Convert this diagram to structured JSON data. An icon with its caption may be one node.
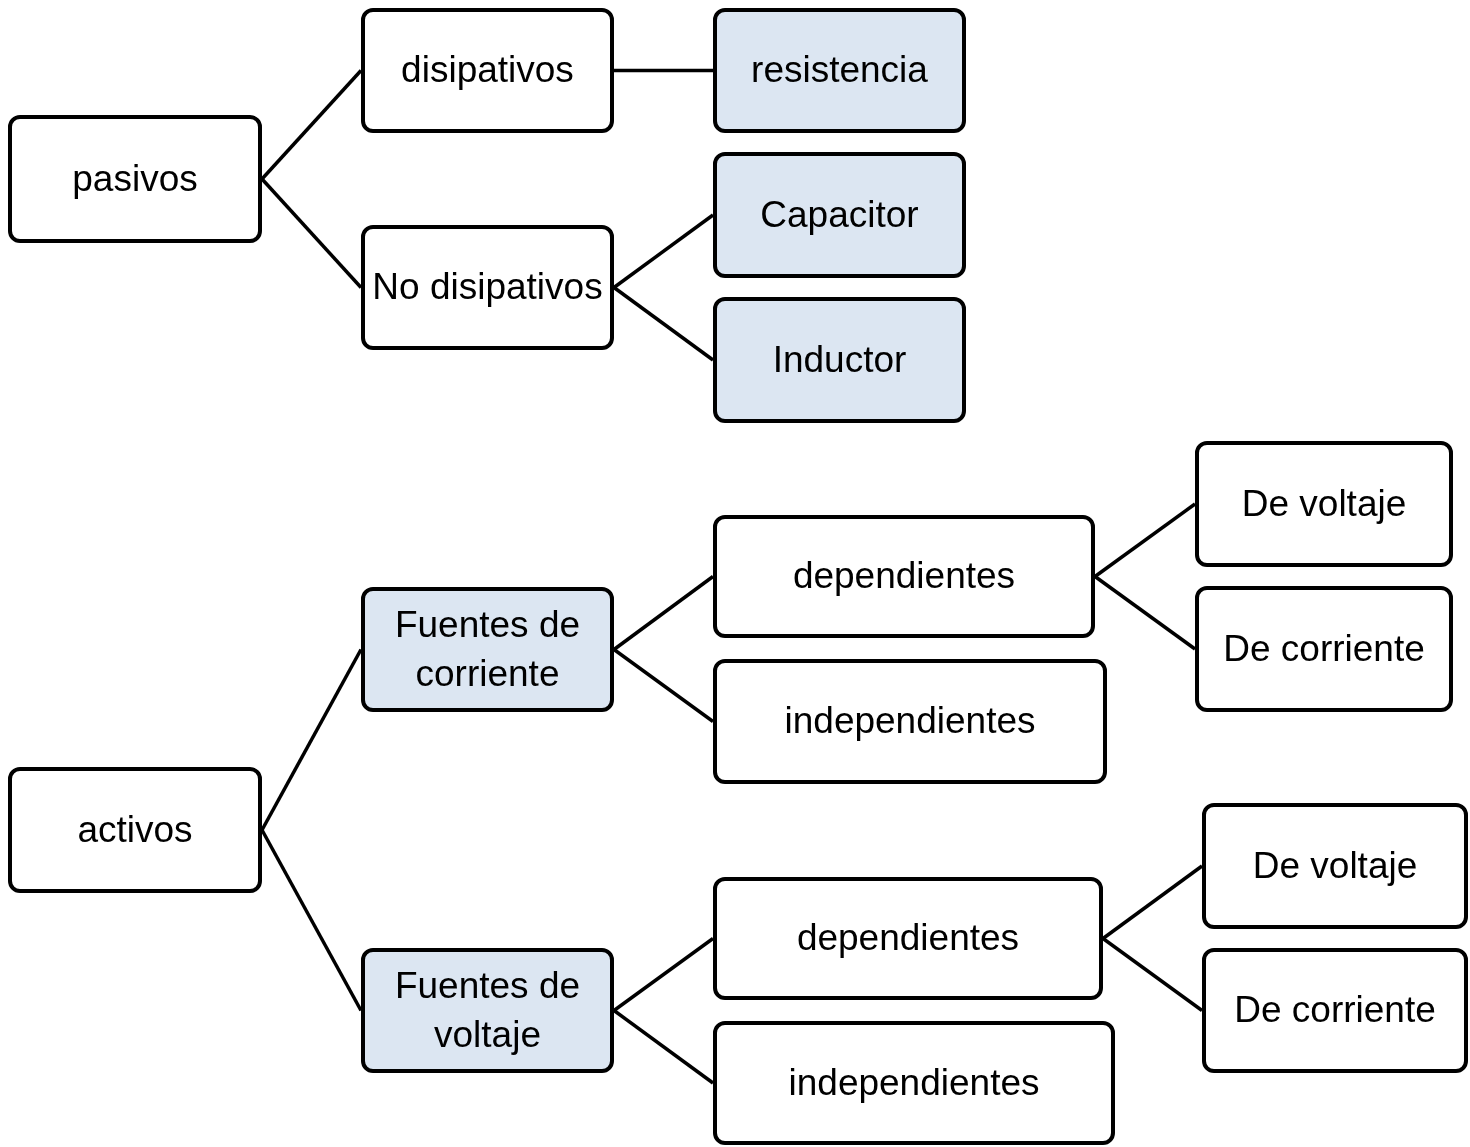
{
  "diagram": {
    "nodes": [
      {
        "text": [
          "pasivos"
        ]
      },
      {
        "text": [
          "disipativos"
        ]
      },
      {
        "text": [
          "resistencia"
        ]
      },
      {
        "text": [
          "No disipativos"
        ]
      },
      {
        "text": [
          "Capacitor"
        ]
      },
      {
        "text": [
          "Inductor"
        ]
      },
      {
        "text": [
          "activos"
        ]
      },
      {
        "text": [
          "Fuentes de corriente"
        ]
      },
      {
        "text": [
          "dependientes"
        ]
      },
      {
        "text": [
          "independientes"
        ]
      },
      {
        "text": [
          "De voltaje"
        ]
      },
      {
        "text": [
          "De corriente"
        ]
      },
      {
        "text": [
          "Fuentes de voltaje"
        ]
      },
      {
        "text": [
          "dependientes"
        ]
      },
      {
        "text": [
          "independientes"
        ]
      },
      {
        "text": [
          "De voltaje"
        ]
      },
      {
        "text": [
          "De corriente"
        ]
      }
    ],
    "edges": [
      {
        "from": 0,
        "to": 1,
        "arrow": "none"
      },
      {
        "from": 0,
        "to": 3,
        "arrow": "none"
      },
      {
        "from": 1,
        "to": 2,
        "arrow": "none"
      },
      {
        "from": 3,
        "to": 4,
        "arrow": "none"
      },
      {
        "from": 3,
        "to": 5,
        "arrow": "none"
      },
      {
        "from": 6,
        "to": 7,
        "arrow": "none"
      },
      {
        "from": 6,
        "to": 12,
        "arrow": "none"
      },
      {
        "from": 7,
        "to": 8,
        "arrow": "none"
      },
      {
        "from": 7,
        "to": 9,
        "arrow": "none"
      },
      {
        "from": 8,
        "to": 10,
        "arrow": "none"
      },
      {
        "from": 8,
        "to": 11,
        "arrow": "none"
      },
      {
        "from": 12,
        "to": 13,
        "arrow": "none"
      },
      {
        "from": 12,
        "to": 14,
        "arrow": "none"
      },
      {
        "from": 13,
        "to": 15,
        "arrow": "none"
      },
      {
        "from": 13,
        "to": 16,
        "arrow": "none"
      }
    ]
  }
}
